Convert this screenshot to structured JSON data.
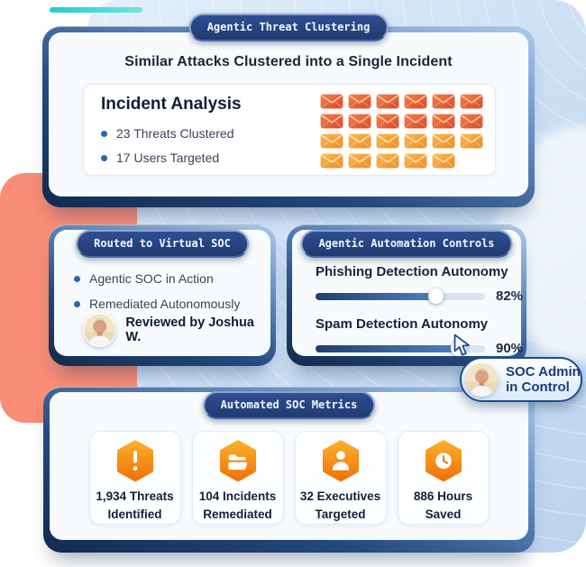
{
  "palette": {
    "coral": "#F98D75",
    "sky": "#CDE0F5",
    "accent_teal": "#1FCFC9",
    "frame_navy": "#112B4E",
    "badge_navy": "#1F3A70",
    "bullet_dot": "#2A67AC",
    "slider_fill": "#1F3F6F",
    "hex_orange": "#F07408",
    "envelope_red": "#DC4526",
    "envelope_orange": "#EE8A22"
  },
  "top_card": {
    "badge": "Agentic Threat Clustering",
    "heading": "Similar Attacks Clustered into a Single Incident",
    "panel": {
      "title": "Incident Analysis",
      "bullets": [
        "23 Threats Clustered",
        "17 Users Targeted"
      ],
      "envelope_rows": [
        {
          "count": 6,
          "tone": "red"
        },
        {
          "count": 6,
          "tone": "red"
        },
        {
          "count": 6,
          "tone": "orange"
        },
        {
          "count": 5,
          "tone": "orange"
        }
      ]
    }
  },
  "soc_card": {
    "badge": "Routed to Virtual SOC",
    "bullets": [
      "Agentic SOC in Action",
      "Remediated Autonomously"
    ],
    "reviewer_label": "Reviewed by Joshua W."
  },
  "controls_card": {
    "badge": "Agentic Automation Controls",
    "sliders": [
      {
        "label": "Phishing Detection Autonomy",
        "value": "82%",
        "fill_pct": 71
      },
      {
        "label": "Spam Detection Autonomy",
        "value": "90%",
        "fill_pct": 84
      }
    ]
  },
  "admin_bubble": {
    "line1": "SOC Admin",
    "line2": "in Control"
  },
  "metrics_card": {
    "badge": "Automated SOC Metrics",
    "tiles": [
      {
        "icon": "alert-icon",
        "line1": "1,934 Threats",
        "line2": "Identified"
      },
      {
        "icon": "folder-icon",
        "line1": "104 Incidents",
        "line2": "Remediated"
      },
      {
        "icon": "user-icon",
        "line1": "32 Executives",
        "line2": "Targeted"
      },
      {
        "icon": "clock-icon",
        "line1": "886 Hours",
        "line2": "Saved"
      }
    ]
  }
}
